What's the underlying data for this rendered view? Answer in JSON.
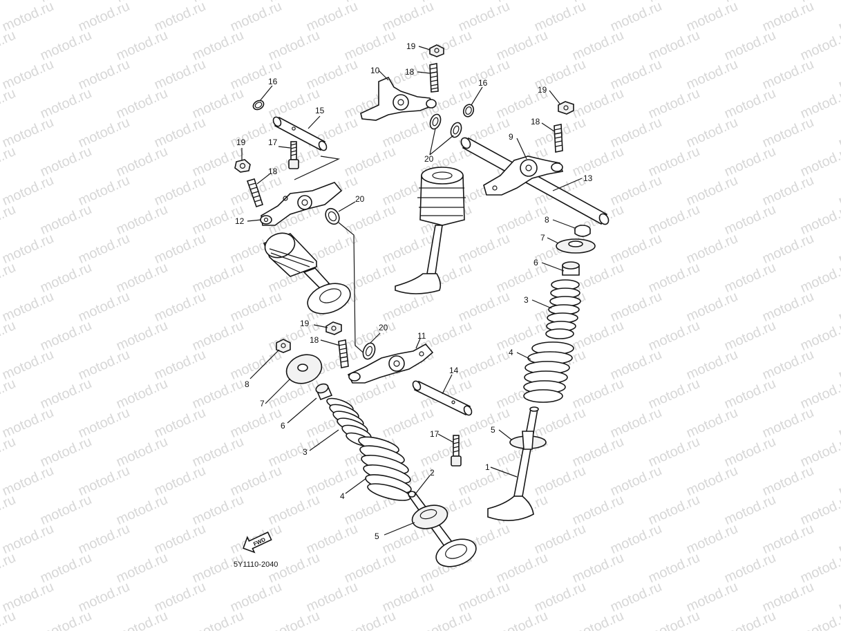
{
  "watermark": "motod.ru",
  "diagram_code": "5Y1110-2040",
  "fwd_label": "FWD",
  "callouts": {
    "c1": "1",
    "c2": "2",
    "c3a": "3",
    "c3b": "3",
    "c4a": "4",
    "c4b": "4",
    "c5a": "5",
    "c5b": "5",
    "c6a": "6",
    "c6b": "6",
    "c7a": "7",
    "c7b": "7",
    "c8a": "8",
    "c8b": "8",
    "c9": "9",
    "c10": "10",
    "c11": "11",
    "c12": "12",
    "c13": "13",
    "c14": "14",
    "c15": "15",
    "c16a": "16",
    "c16b": "16",
    "c17a": "17",
    "c17b": "17",
    "c18a": "18",
    "c18b": "18",
    "c18c": "18",
    "c18d": "18",
    "c19a": "19",
    "c19b": "19",
    "c19c": "19",
    "c19d": "19",
    "c20a": "20",
    "c20b": "20",
    "c20c": "20"
  }
}
